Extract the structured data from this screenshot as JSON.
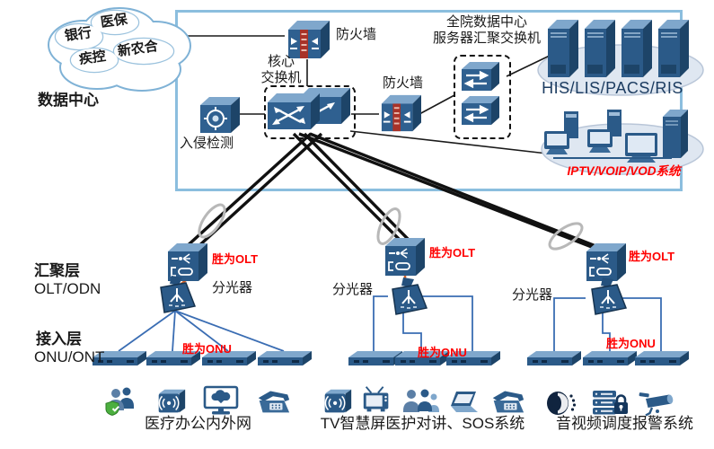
{
  "colors": {
    "device_blue": "#2b5a88",
    "device_top": "#7fa7cc",
    "device_side": "#1d4468",
    "datacenter_border": "#8bbede",
    "line_black": "#1a1a1a",
    "line_blue": "#3a6db3",
    "line_orange": "#d2622a",
    "red_label": "#ff0000",
    "cloud_stroke": "#7fb2d6",
    "platform_fill": "#dfe7f1"
  },
  "cloud": {
    "labels": [
      "银行",
      "医保",
      "疾控",
      "新农合"
    ]
  },
  "sections": {
    "datacenter": "数据中心",
    "aggregation_line1": "汇聚层",
    "aggregation_line2": "OLT/ODN",
    "access_line1": "接入层",
    "access_line2": "ONU/ONT"
  },
  "datacenter": {
    "firewall_top": "防火墙",
    "core_switch_line1": "核心",
    "core_switch_line2": "交换机",
    "intrusion_detection": "入侵检测",
    "firewall_inner": "防火墙",
    "server_agg_line1": "全院数据中心",
    "server_agg_line2": "服务器汇聚交换机",
    "servers_label": "HIS/LIS/PACS/RIS",
    "iptv_label": "IPTV/VOIP/VOD系统"
  },
  "pon_groups": [
    {
      "olt_label": "胜为OLT",
      "splitter_label": "分光器",
      "onu_label": "胜为ONU",
      "onu_count": 4
    },
    {
      "olt_label": "胜为OLT",
      "splitter_label": "分光器",
      "onu_label": "胜为ONU",
      "onu_count": 3
    },
    {
      "olt_label": "胜为OLT",
      "splitter_label": "分光器",
      "onu_label": "胜为ONU",
      "onu_count": 3
    }
  ],
  "terminal_groups": [
    {
      "label": "医疗办公内外网",
      "icons": [
        "user-shield-icon",
        "wireless-ap-icon",
        "monitor-cloud-icon",
        "telephone-icon"
      ]
    },
    {
      "label": "TV智慧屏医护对讲、SOS系统",
      "icons": [
        "wireless-ap-icon",
        "tv-icon",
        "medical-staff-icon",
        "laptop-icon",
        "telephone-icon"
      ]
    },
    {
      "label": "音视频调度报警系统",
      "icons": [
        "speaker-icon",
        "storage-lock-icon",
        "camera-icon"
      ]
    }
  ]
}
